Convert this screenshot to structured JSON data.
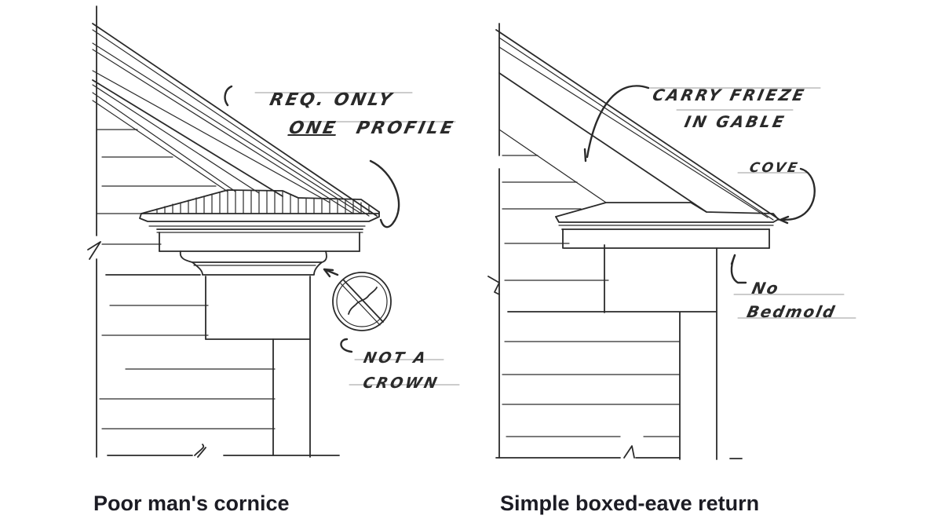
{
  "figures": [
    {
      "caption": "Poor man's cornice",
      "annotations": {
        "profile_line1": "REQ. ONLY",
        "profile_line2_underlined": "ONE",
        "profile_line2_rest": "PROFILE",
        "crown_line1": "NOT A",
        "crown_line2": "CROWN"
      },
      "symbols": [
        "no-crown-molding-prohibition-sign"
      ]
    },
    {
      "caption": "Simple boxed-eave return",
      "annotations": {
        "frieze_line1": "CARRY FRIEZE",
        "frieze_line2": "IN GABLE",
        "cove": "COVE",
        "bedmold_line1": "No",
        "bedmold_line2": "Bedmold"
      }
    }
  ],
  "colors": {
    "ink": "#2a2a2a",
    "caption": "#1c1c24",
    "background": "#ffffff"
  }
}
